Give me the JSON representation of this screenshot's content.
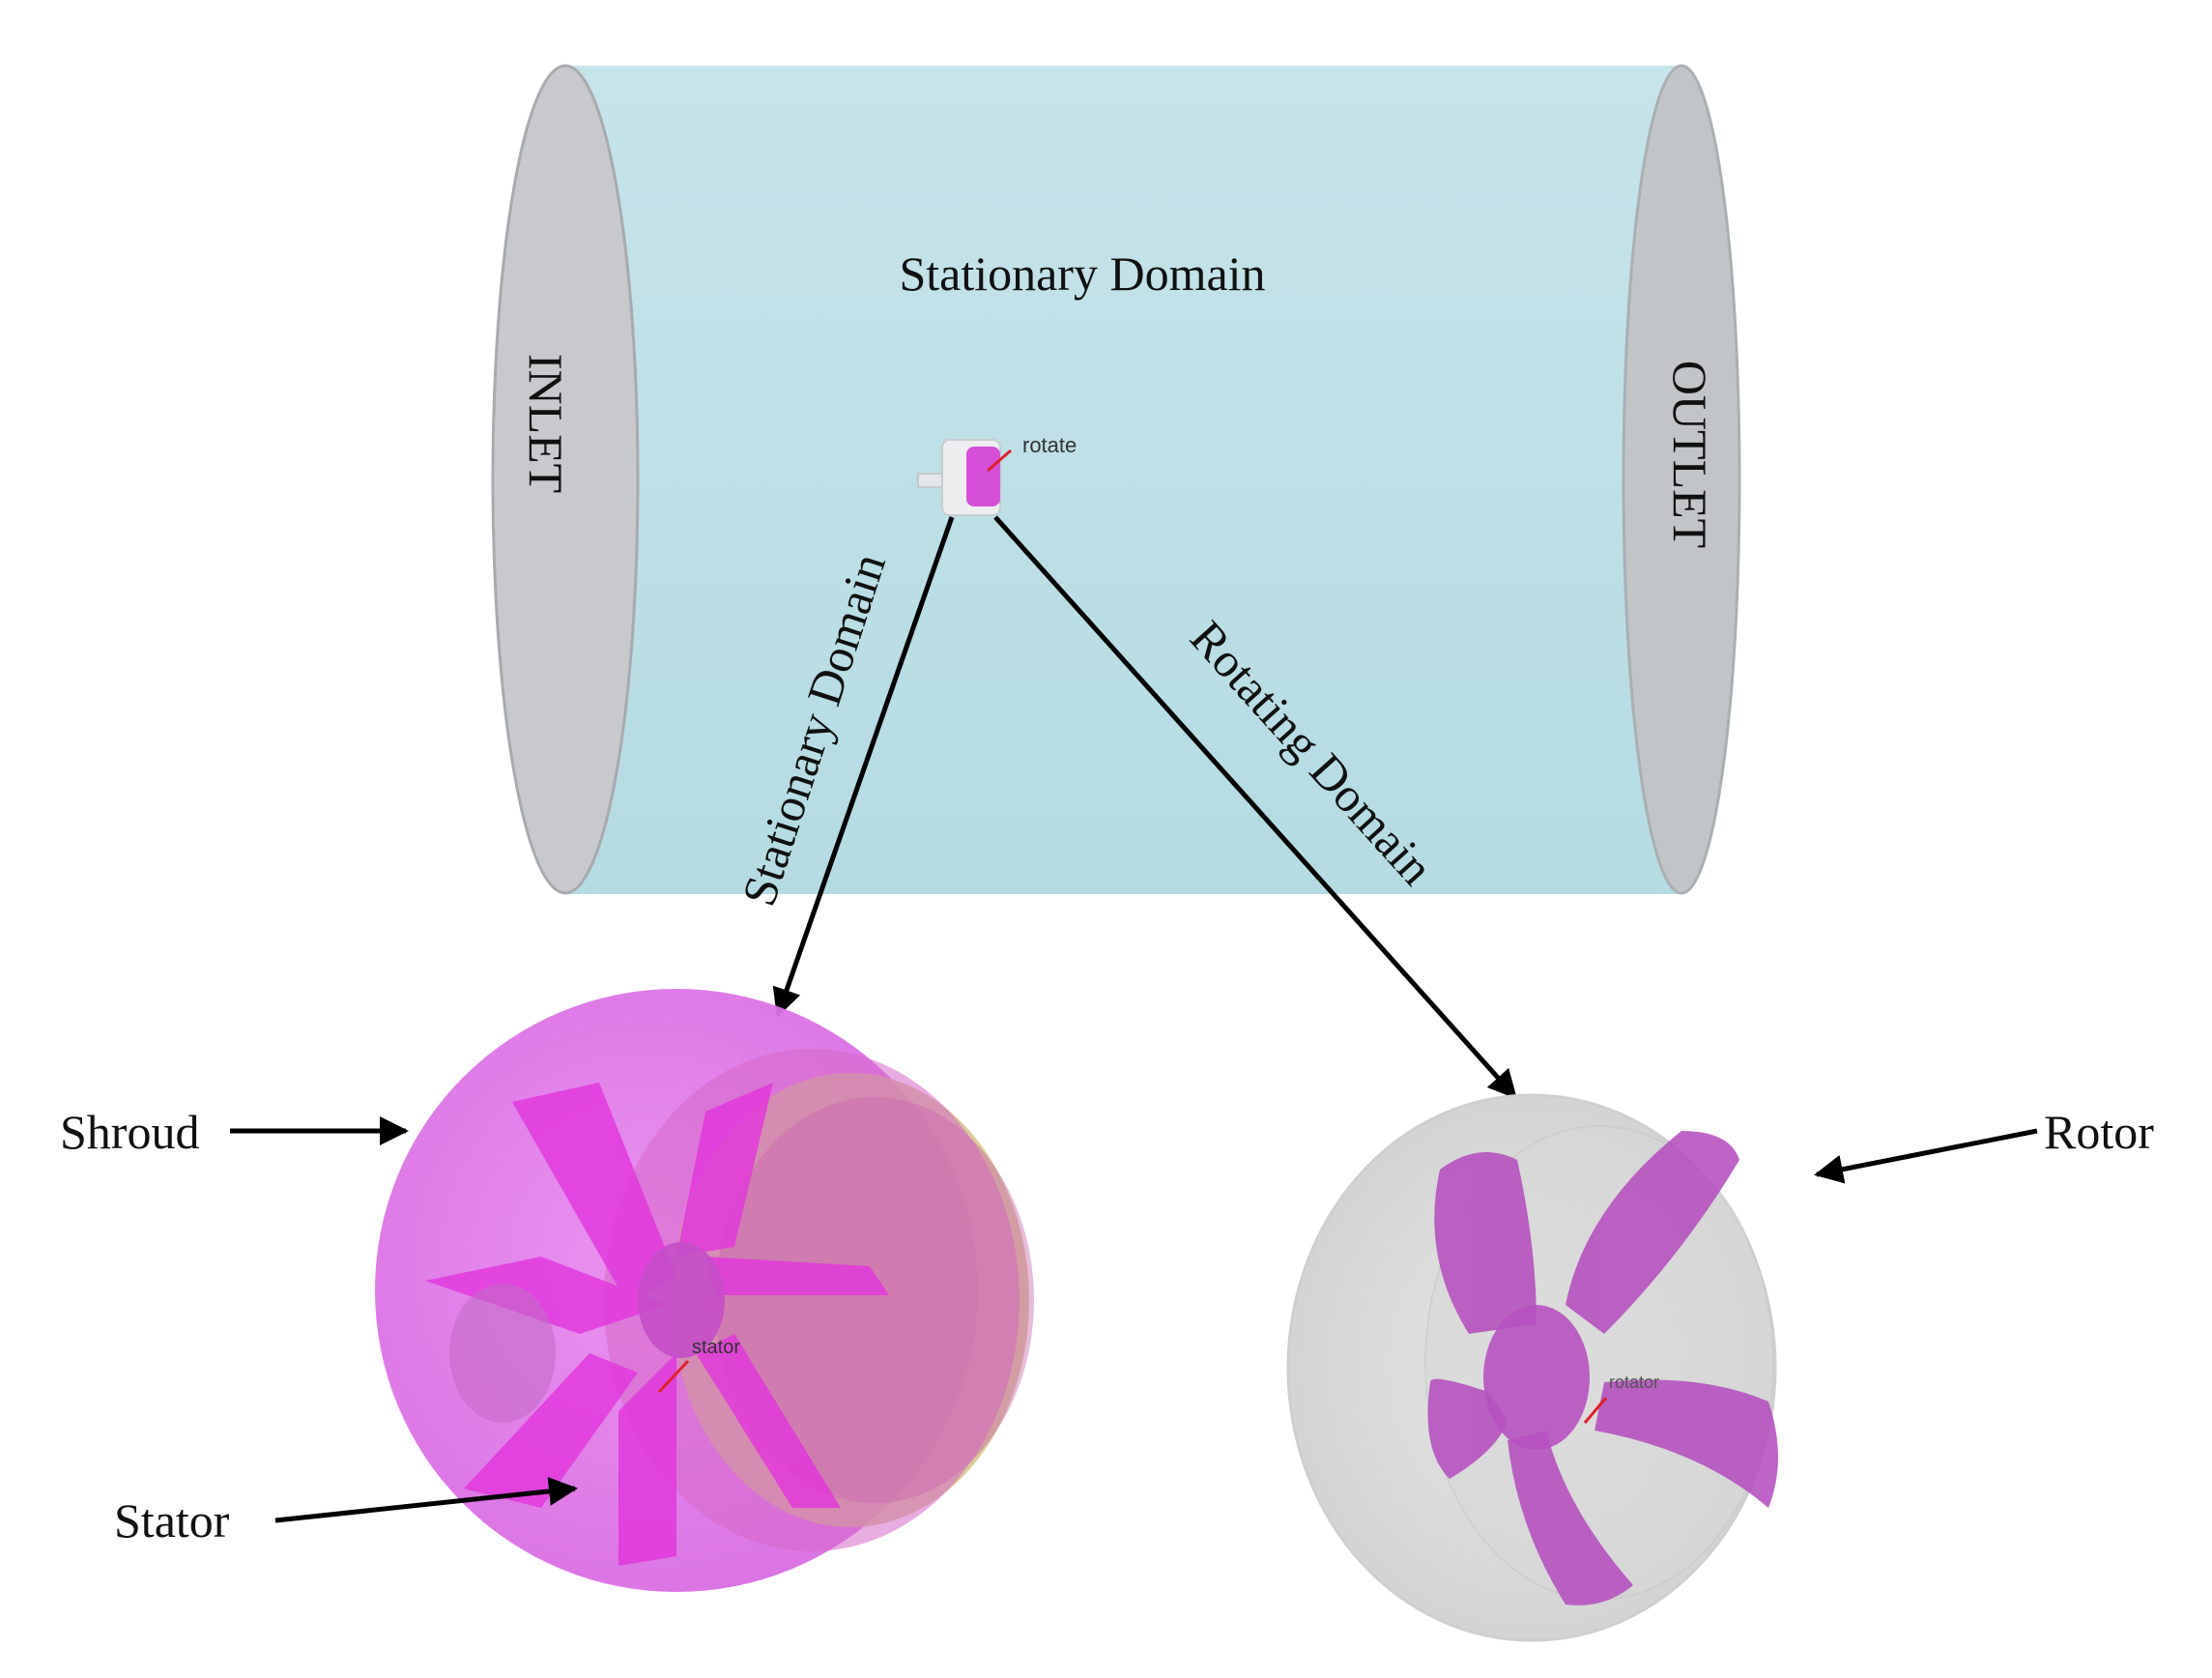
{
  "labels": {
    "stationary_domain_top": "Stationary Domain",
    "inlet": "INLET",
    "outlet": "OUTLET",
    "rotate_tag": "rotate",
    "stationary_domain_arrow": "Stationary Domain",
    "rotating_domain_arrow": "Rotating Domain",
    "shroud": "Shroud",
    "stator": "Stator",
    "rotor": "Rotor",
    "stator_tag": "stator",
    "rotator_tag": "rotator"
  },
  "colors": {
    "fluid_domain": "#bfe0e6",
    "inlet_outlet_faces": "#c4c6c9",
    "stator_assembly": "#e07ce8",
    "stator_inner_ring": "#d4c287",
    "rotor_housing": "#dedede",
    "rotor_blades": "#a94fb3",
    "arrows": "#000000",
    "tag_lines": "#e0202a"
  }
}
